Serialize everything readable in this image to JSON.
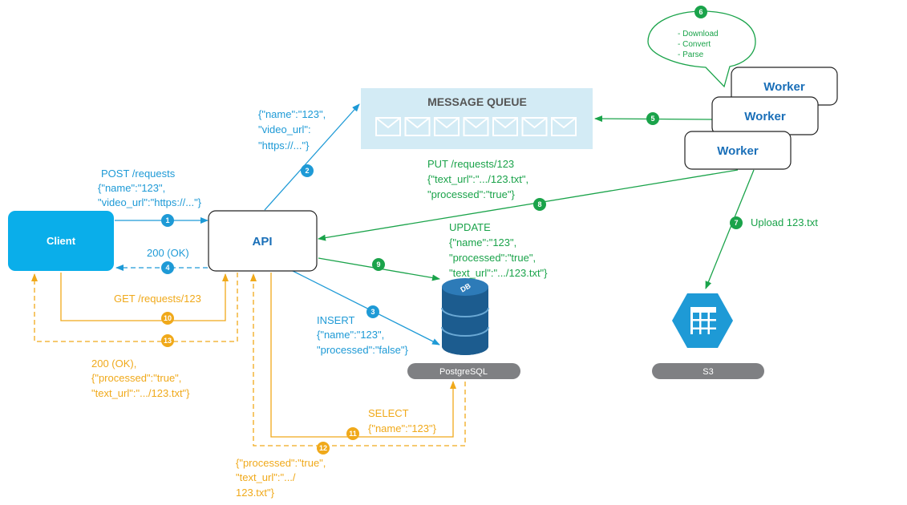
{
  "colors": {
    "blue": "#1e9ad6",
    "green": "#1aa34a",
    "orange": "#f0a91a",
    "client_fill": "#0aaeea",
    "queue_fill": "#d3ebf5",
    "dark_blue_text": "#1a6fb8",
    "pill_fill": "#7f8083",
    "db_fill": "#1c5c8f"
  },
  "nodes": {
    "client": "Client",
    "api": "API",
    "queue": "MESSAGE QUEUE",
    "worker_1": "Worker",
    "worker_2": "Worker",
    "worker_3": "Worker",
    "postgres": "PostgreSQL",
    "s3": "S3",
    "db_icon_text": "DB"
  },
  "bubble": [
    "- Download",
    "- Convert",
    "- Parse"
  ],
  "steps": [
    "1",
    "2",
    "3",
    "4",
    "5",
    "6",
    "7",
    "8",
    "9",
    "10",
    "11",
    "12",
    "13"
  ],
  "labels": {
    "post_requests": [
      "POST /requests",
      "{\"name\":\"123\",",
      "\"video_url\":\"https://...\"}"
    ],
    "queue_msg": [
      "{\"name\":\"123\",",
      "\"video_url\":",
      "\"https://...\"}"
    ],
    "ok_200": "200 (OK)",
    "get_requests": "GET /requests/123",
    "final_response": [
      "200 (OK),",
      "{\"processed\":\"true\",",
      "\"text_url\":\".../123.txt\"}"
    ],
    "put_requests": [
      "PUT /requests/123",
      "{\"text_url\":\".../123.txt\",",
      "\"processed\":\"true\"}"
    ],
    "update": [
      "UPDATE",
      "{\"name\":\"123\",",
      "\"processed\":\"true\",",
      "\"text_url\":\".../123.txt\"}"
    ],
    "insert": [
      "INSERT",
      "{\"name\":\"123\",",
      "\"processed\":\"false\"}"
    ],
    "upload": "Upload 123.txt",
    "select": [
      "SELECT",
      "{\"name\":\"123\"}"
    ],
    "select_result": [
      "{\"processed\":\"true\",",
      "\"text_url\":\".../",
      "123.txt\"}"
    ]
  }
}
